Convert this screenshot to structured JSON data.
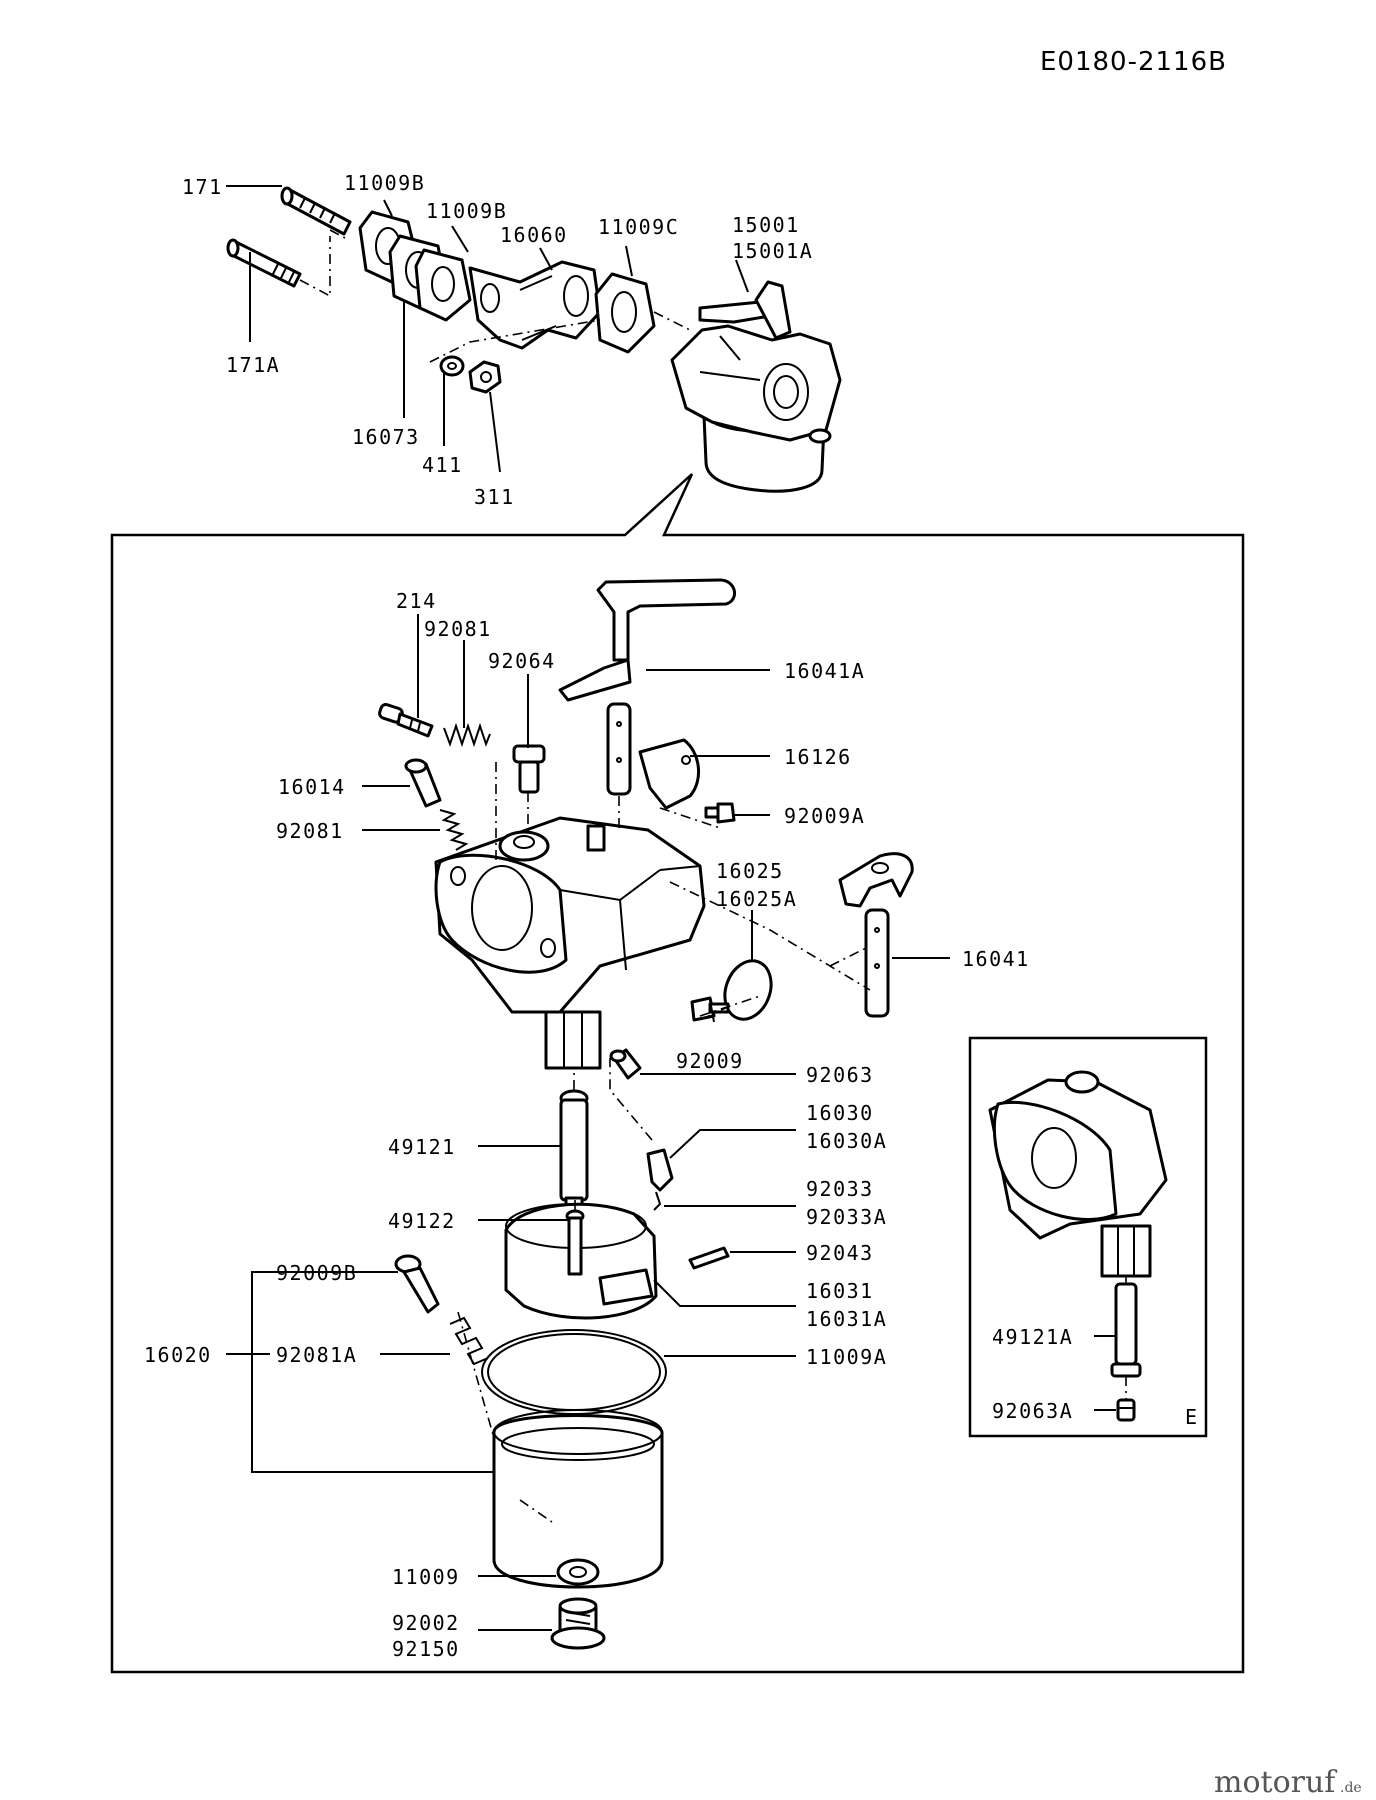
{
  "diagram_code": "E0180-2116B",
  "watermark": {
    "brand": "motoruf",
    "tld": ".de"
  },
  "detail_label": "E",
  "labels": {
    "l171": "171",
    "l171a": "171A",
    "l11009b_1": "11009B",
    "l11009b_2": "11009B",
    "l16060": "16060",
    "l11009c": "11009C",
    "l15001": "15001",
    "l15001a": "15001A",
    "l16073": "16073",
    "l411": "411",
    "l311": "311",
    "l214": "214",
    "l92081_top": "92081",
    "l92064": "92064",
    "l16041a": "16041A",
    "l16126": "16126",
    "l16014": "16014",
    "l92009a": "92009A",
    "l92081_mid": "92081",
    "l16025": "16025",
    "l16025a": "16025A",
    "l16041": "16041",
    "l92009": "92009",
    "l92063": "92063",
    "l16030": "16030",
    "l16030a": "16030A",
    "l49121": "49121",
    "l92033": "92033",
    "l92033a": "92033A",
    "l49122": "49122",
    "l92043": "92043",
    "l92009b": "92009B",
    "l16031": "16031",
    "l16031a": "16031A",
    "l16020": "16020",
    "l92081a": "92081A",
    "l11009a": "11009A",
    "l11009": "11009",
    "l92002": "92002",
    "l92150": "92150",
    "l49121a": "49121A",
    "l92063a": "92063A"
  }
}
